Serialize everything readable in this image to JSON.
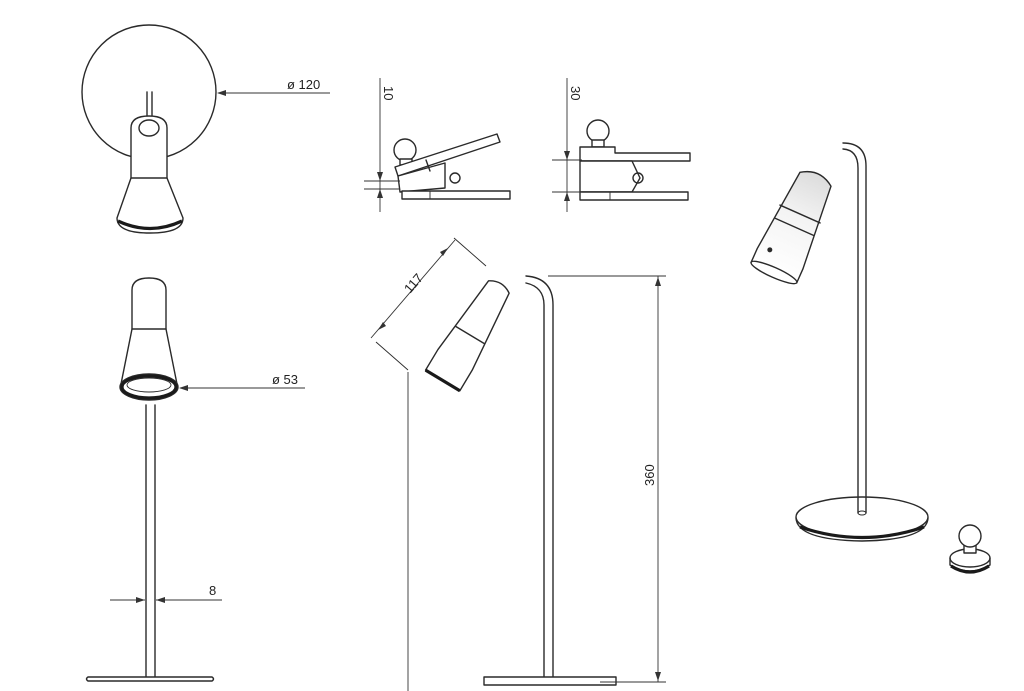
{
  "dimensions": {
    "base_diameter": "ø 120",
    "clip_opening_small": "10",
    "clip_opening_large": "30",
    "shade_length": "117",
    "shade_diameter": "ø 53",
    "total_height": "360",
    "rod_width": "8"
  },
  "colors": {
    "line": "#2a2a2a",
    "background": "#ffffff"
  }
}
